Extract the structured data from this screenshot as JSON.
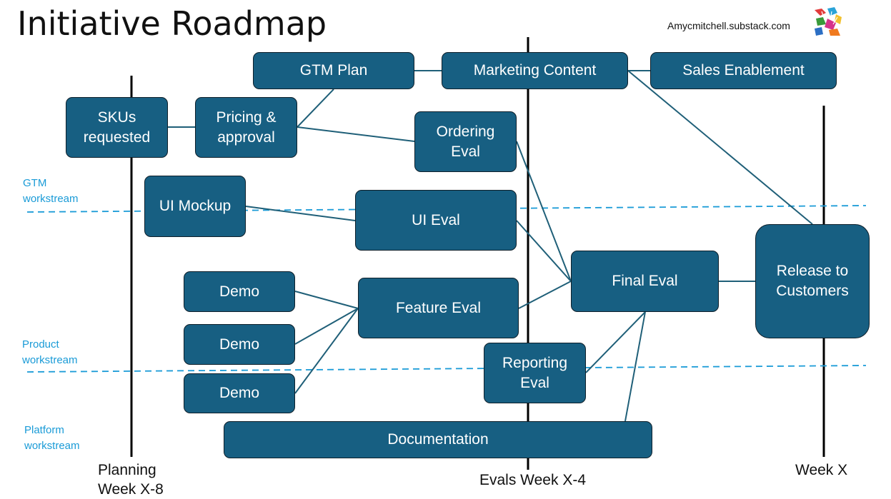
{
  "title": "Initiative Roadmap",
  "site": "Amycmitchell.substack.com",
  "colors": {
    "box_fill": "#175f82",
    "box_border": "#0e1f2a",
    "connector": "#1f5f78",
    "workstream": "#1a9bd7",
    "milestone_line": "#000000"
  },
  "icons": {
    "logo": "colorful-hands-logo"
  },
  "workstreams": {
    "gtm": "GTM\nworkstream",
    "product": "Product\nworkstream",
    "platform": "Platform\nworkstream"
  },
  "milestones": {
    "planning": "Planning\nWeek X-8",
    "evals": "Evals Week X-4",
    "release": "Week X"
  },
  "boxes": {
    "gtm_plan": "GTM Plan",
    "marketing_content": "Marketing Content",
    "sales_enablement": "Sales Enablement",
    "skus_requested": "SKUs\nrequested",
    "pricing_approval": "Pricing &\napproval",
    "ordering_eval": "Ordering\nEval",
    "ui_mockup": "UI Mockup",
    "ui_eval": "UI Eval",
    "demo_1": "Demo",
    "demo_2": "Demo",
    "demo_3": "Demo",
    "feature_eval": "Feature Eval",
    "final_eval": "Final Eval",
    "reporting_eval": "Reporting\nEval",
    "release_to_customers": "Release to\nCustomers",
    "documentation": "Documentation"
  }
}
